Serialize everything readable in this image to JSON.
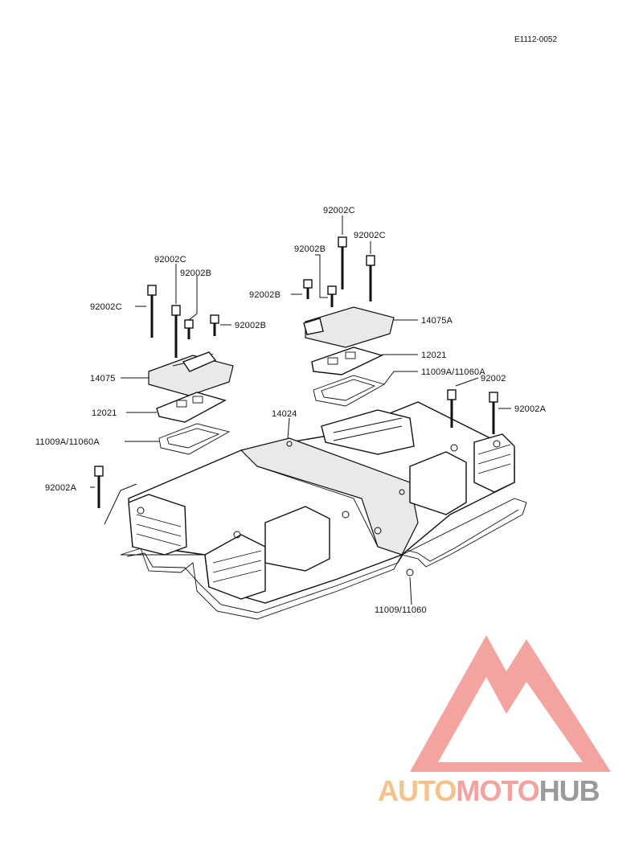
{
  "drawing_code": "E1112-0052",
  "labels": {
    "l_92002C_top": "92002C",
    "l_92002C_r2": "92002C",
    "l_92002B_r": "92002B",
    "l_92002B_r_left": "92002B",
    "l_14075A": "14075A",
    "l_12021_r": "12021",
    "l_11009A_r": "11009A/11060A",
    "l_92002": "92002",
    "l_92002A_r": "92002A",
    "l_92002C_l_top": "92002C",
    "l_92002B_l_top": "92002B",
    "l_92002C_l_left": "92002C",
    "l_92002B_l_right": "92002B",
    "l_14075": "14075",
    "l_12021_l": "12021",
    "l_11009A_l": "11009A/11060A",
    "l_14024": "14024",
    "l_92002A_l": "92002A",
    "l_11009": "11009/11060"
  },
  "watermark": {
    "part1": "AUTO",
    "part2": "MOTO",
    "part3": "HUB",
    "color1": "#f6c28c",
    "color2": "#f2a3a0",
    "color3": "#9a9a9a",
    "logo_color": "#f39a96"
  }
}
